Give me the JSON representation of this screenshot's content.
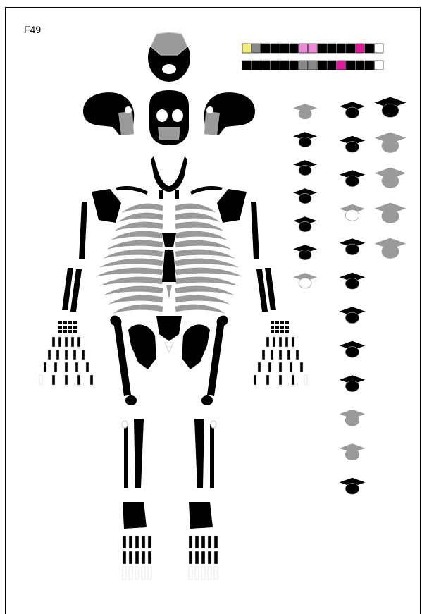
{
  "specimen": {
    "label": "F49"
  },
  "colors": {
    "present": "#000000",
    "absent": "#9a9a9a",
    "partial": "#ffffff",
    "outline": "#cfcfcf",
    "tooth_yellow": "#f2ef7a",
    "tooth_grey": "#8a8a8a",
    "tooth_pink": "#f08ad8",
    "tooth_magenta": "#e0189a"
  },
  "dentition": {
    "upper": [
      "tooth_yellow",
      "tooth_grey",
      "present",
      "present",
      "present",
      "present",
      "tooth_pink",
      "tooth_pink",
      "present",
      "present",
      "present",
      "present",
      "tooth_magenta",
      "present",
      "partial"
    ],
    "lower": [
      "present",
      "present",
      "present",
      "present",
      "present",
      "present",
      "tooth_grey",
      "tooth_grey",
      "present",
      "present",
      "tooth_magenta",
      "present",
      "present",
      "present",
      "partial"
    ]
  },
  "vertebrae": {
    "cervical": [
      "absent",
      "present",
      "present",
      "present",
      "present",
      "present",
      "partial"
    ],
    "thoracic": [
      "present",
      "present",
      "present",
      "partial",
      "present",
      "present",
      "present",
      "present",
      "present",
      "absent",
      "absent",
      "present"
    ],
    "lumbar": [
      "present",
      "absent",
      "absent",
      "absent",
      "absent"
    ]
  }
}
